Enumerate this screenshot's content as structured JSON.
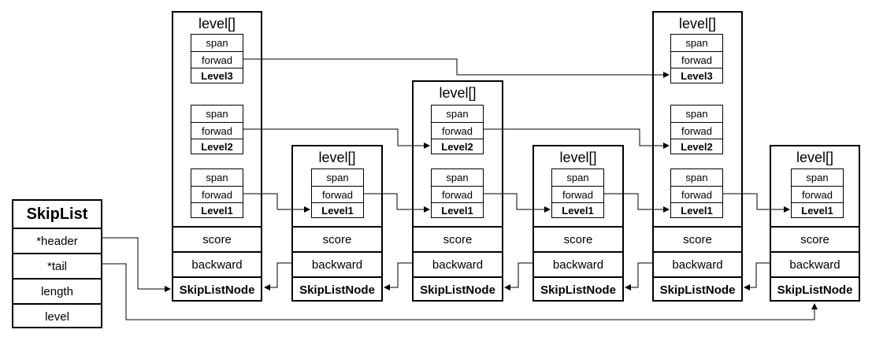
{
  "skiplist": {
    "title": "SkipList",
    "fields": [
      "*header",
      "*tail",
      "length",
      "level"
    ]
  },
  "nodes": [
    {
      "title": "level[]",
      "levels": [
        "Level3",
        "Level2",
        "Level1"
      ],
      "score": "score",
      "backward": "backward",
      "name": "SkipListNode"
    },
    {
      "title": "level[]",
      "levels": [
        "Level1"
      ],
      "score": "score",
      "backward": "backward",
      "name": "SkipListNode"
    },
    {
      "title": "level[]",
      "levels": [
        "Level2",
        "Level1"
      ],
      "score": "score",
      "backward": "backward",
      "name": "SkipListNode"
    },
    {
      "title": "level[]",
      "levels": [
        "Level1"
      ],
      "score": "score",
      "backward": "backward",
      "name": "SkipListNode"
    },
    {
      "title": "level[]",
      "levels": [
        "Level3",
        "Level2",
        "Level1"
      ],
      "score": "score",
      "backward": "backward",
      "name": "SkipListNode"
    },
    {
      "title": "level[]",
      "levels": [
        "Level1"
      ],
      "score": "score",
      "backward": "backward",
      "name": "SkipListNode"
    }
  ],
  "level_fields": {
    "span": "span",
    "forward": "forwad"
  }
}
